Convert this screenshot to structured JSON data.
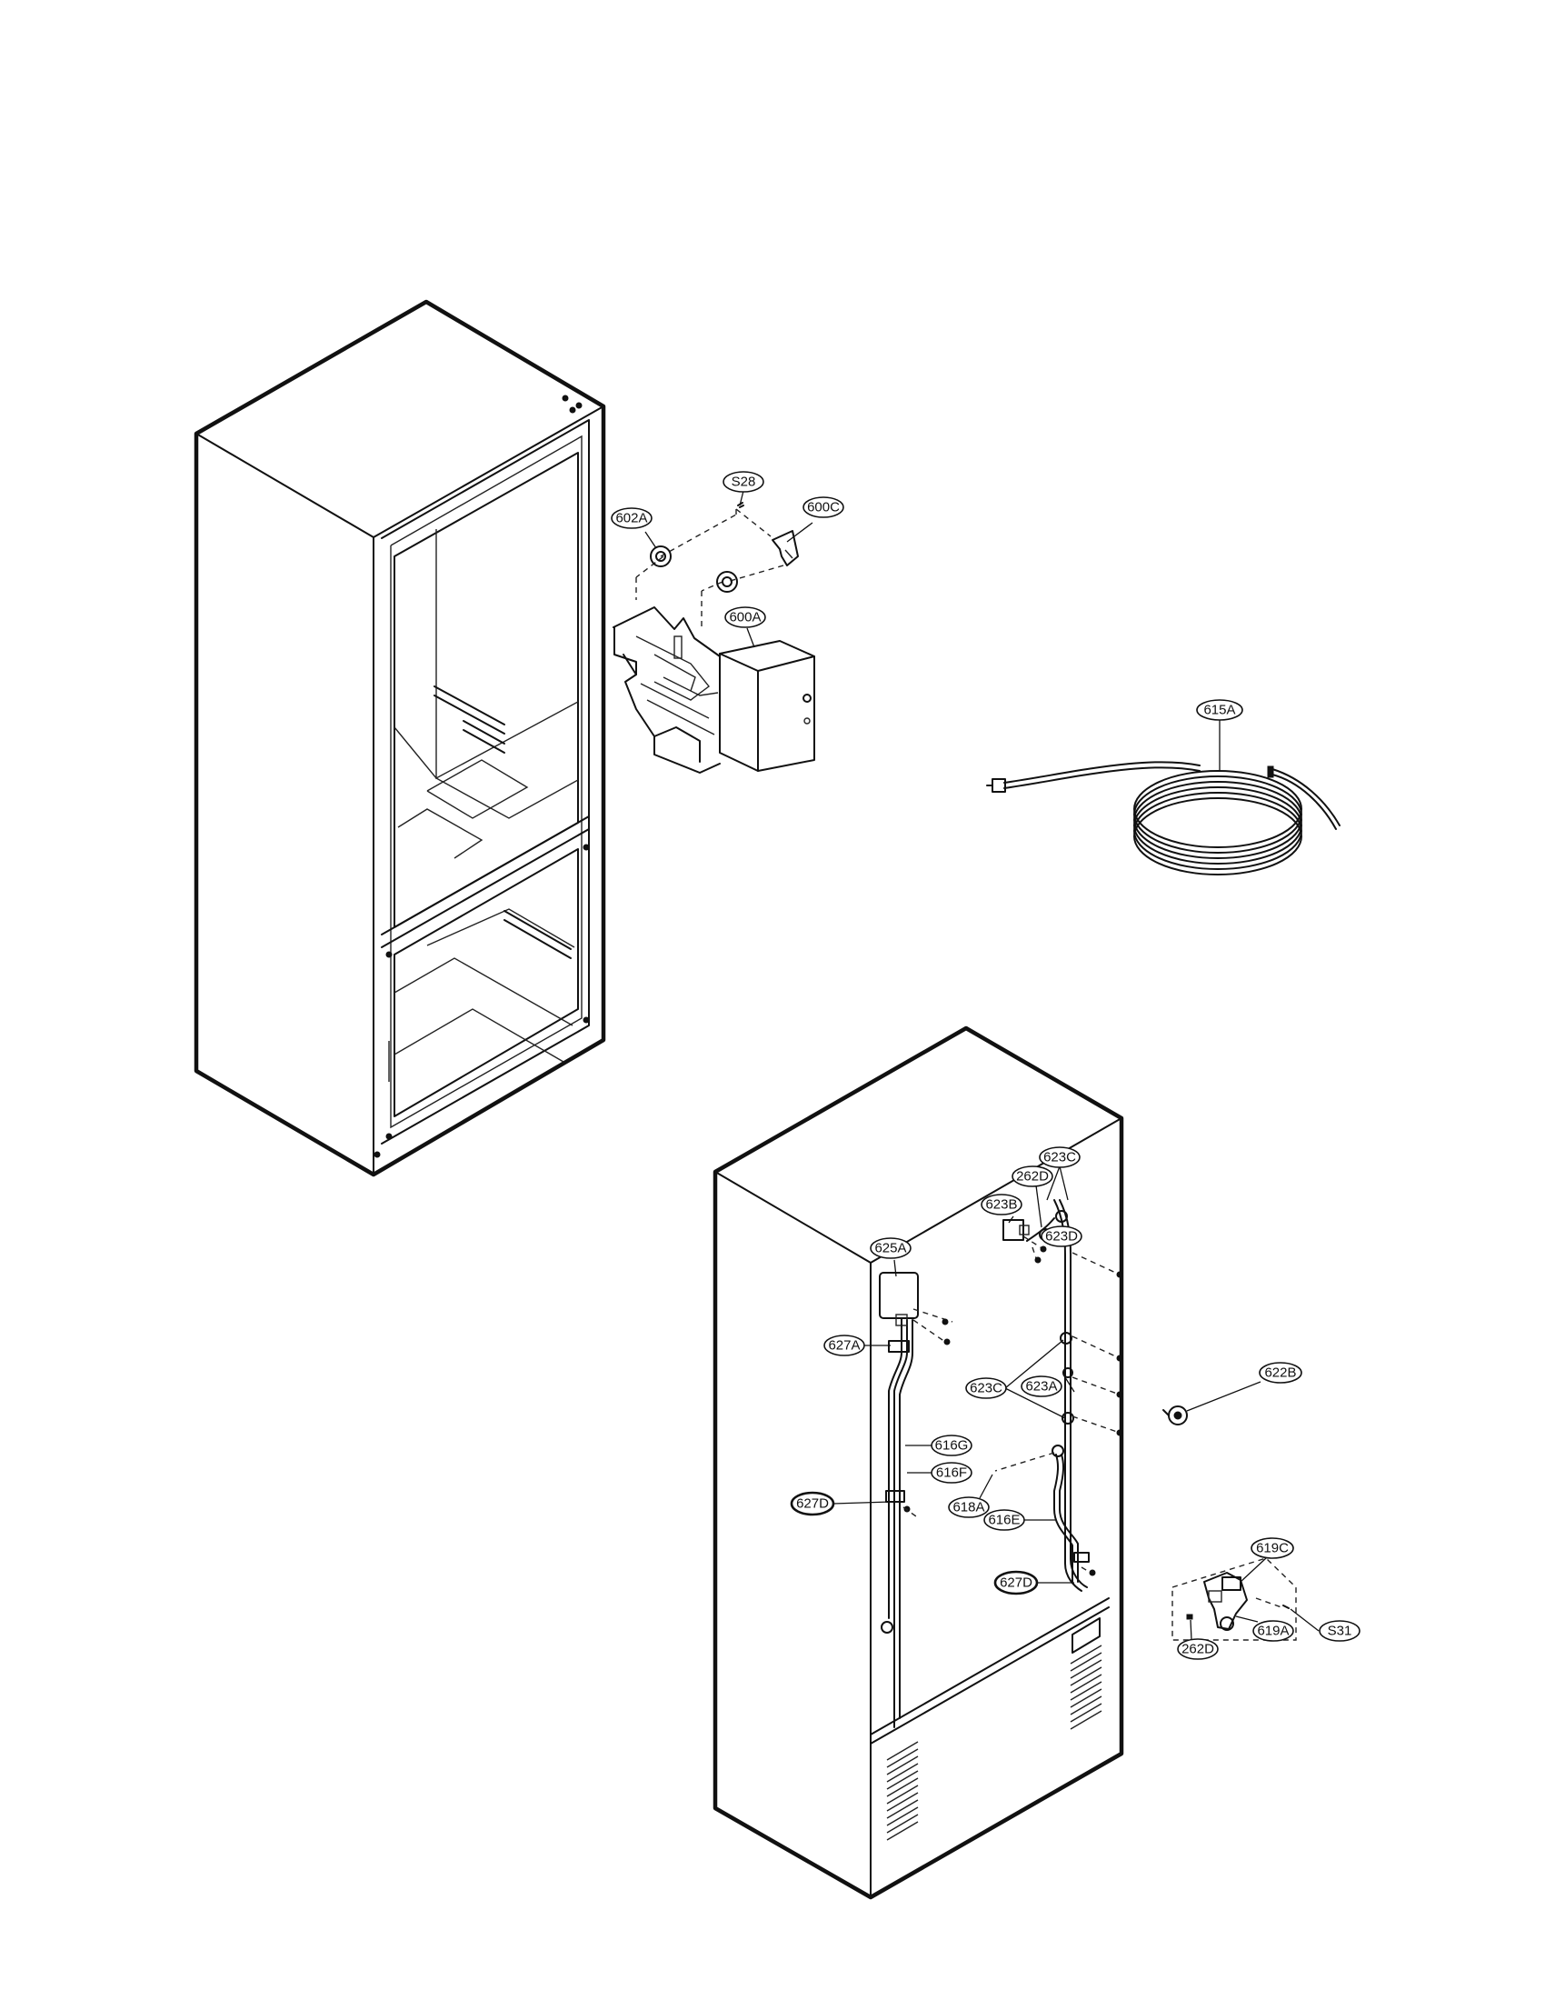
{
  "diagram": {
    "labels": {
      "s28": "S28",
      "p602a": "602A",
      "p600c": "600C",
      "p600a": "600A",
      "p615a": "615A",
      "p623c_top": "623C",
      "p262d_top": "262D",
      "p623b": "623B",
      "p623d": "623D",
      "p625a": "625A",
      "p627a": "627A",
      "p623c_mid": "623C",
      "p623a": "623A",
      "p622b": "622B",
      "p616g": "616G",
      "p616f": "616F",
      "p618a": "618A",
      "p627d_left": "627D",
      "p616e": "616E",
      "p627d_right": "627D",
      "p619c": "619C",
      "p619a": "619A",
      "s31": "S31",
      "p262d_bottom": "262D"
    }
  }
}
